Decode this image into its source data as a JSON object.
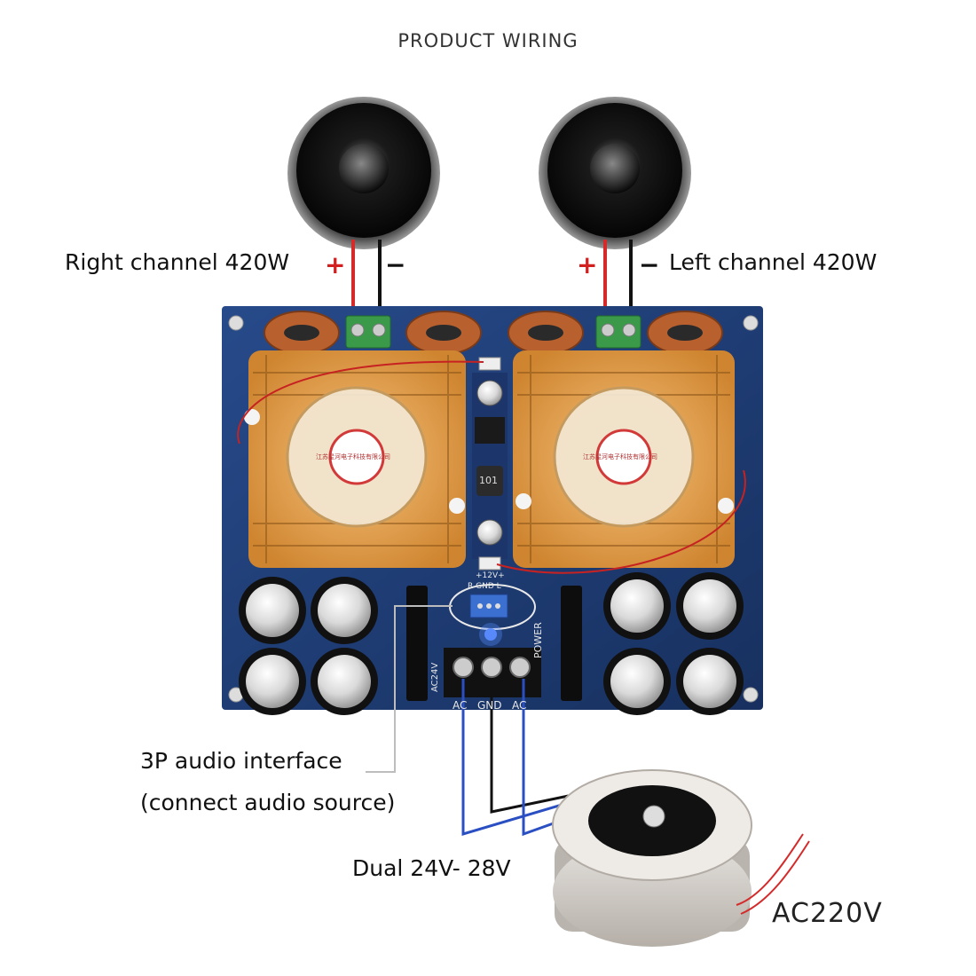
{
  "title": "PRODUCT WIRING",
  "channels": {
    "right": {
      "label": "Right channel 420W",
      "plus": "+",
      "minus": "−"
    },
    "left": {
      "label": "Left channel 420W",
      "plus": "+",
      "minus": "−"
    }
  },
  "audio_interface": {
    "line1": "3P audio interface",
    "line2": "(connect audio source)"
  },
  "power": {
    "voltage": "Dual 24V- 28V",
    "mains": "AC220V",
    "terminal_labels": [
      "AC",
      "GND",
      "AC"
    ],
    "board_label": "POWER",
    "board_side_label": "AC24V"
  },
  "board": {
    "audio_header": "R GND L",
    "voltage_marking": "+12V+",
    "inductor": "101",
    "fan_text": "江苏星河电子科技有限公司"
  },
  "colors": {
    "board": "#1f3d78",
    "heatsink": "#e3a24a",
    "wire_red": "#d42a2a",
    "wire_blue": "#2a4fc2",
    "wire_black": "#111111",
    "copper": "#b8612f"
  }
}
